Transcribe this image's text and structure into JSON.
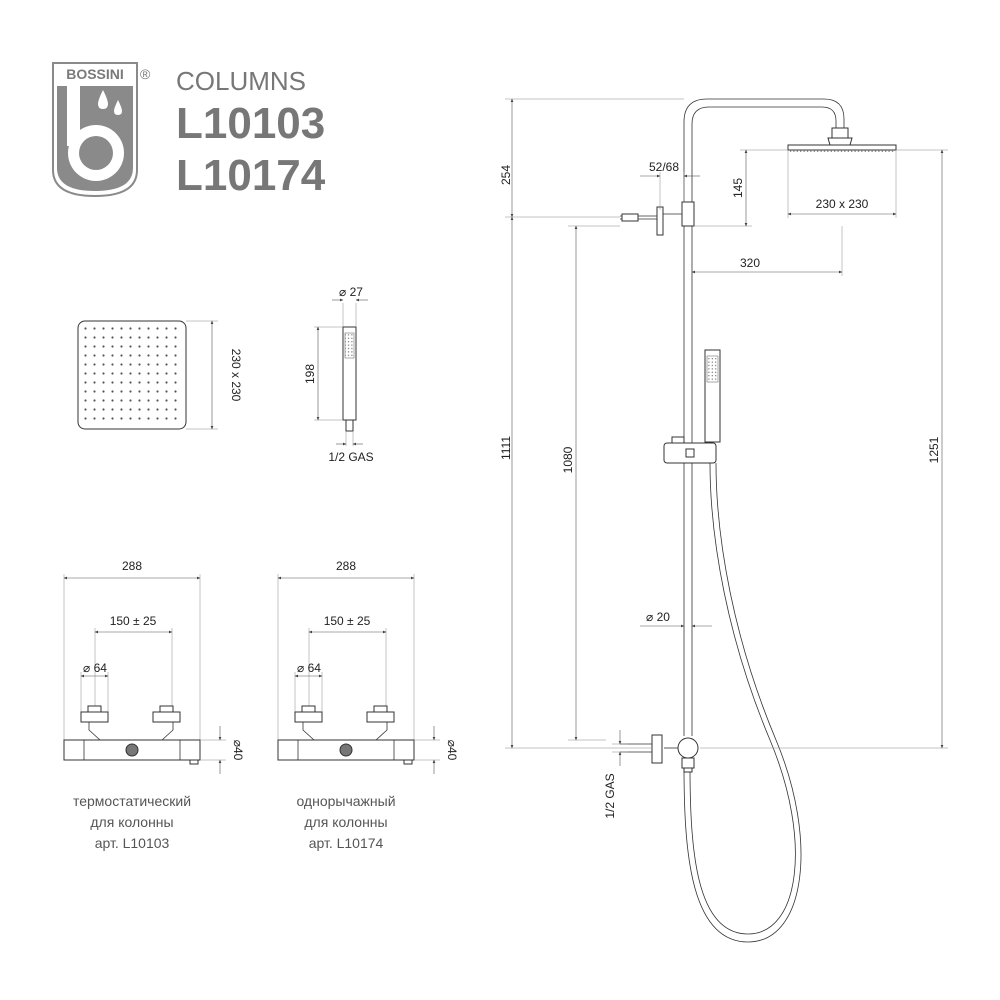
{
  "brand": {
    "name": "BOSSINI",
    "registered": "®",
    "series": "COLUMNS",
    "models": [
      "L10103",
      "L10174"
    ]
  },
  "shower_head": {
    "size": "230 x 230"
  },
  "hand_shower": {
    "diameter": "⌀ 27",
    "length": "198",
    "thread": "1/2 GAS"
  },
  "column": {
    "arm_height": "254",
    "arm_offset": "52/68",
    "head_drop": "145",
    "head_size": "230 x 230",
    "head_reach": "320",
    "total_height": "1111",
    "lower_height": "1080",
    "max_height": "1251",
    "pipe_diameter": "⌀ 20",
    "inlet_thread": "1/2 GAS"
  },
  "mixers": [
    {
      "width": "288",
      "spacing": "150 ± 25",
      "knob_diameter": "⌀ 64",
      "height": "⌀40",
      "caption": [
        "термостатический",
        "для колонны",
        "арт. L10103"
      ]
    },
    {
      "width": "288",
      "spacing": "150 ± 25",
      "knob_diameter": "⌀ 64",
      "height": "⌀40",
      "caption": [
        "однорычажный",
        "для колонны",
        "арт. L10174"
      ]
    }
  ],
  "colors": {
    "brand_gray": "#7a7a7a",
    "line": "#333333"
  }
}
